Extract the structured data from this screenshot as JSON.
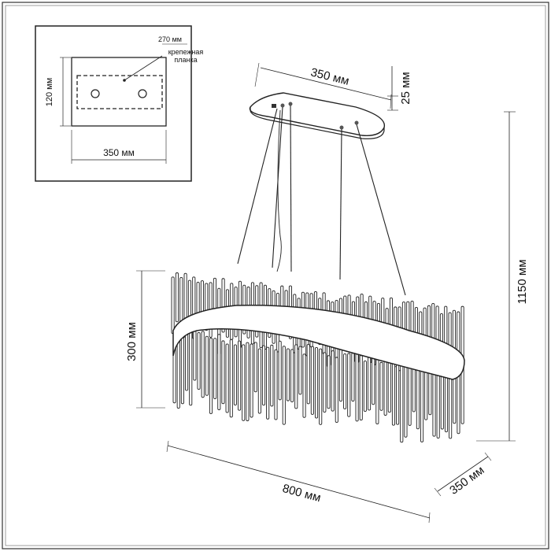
{
  "inset": {
    "width_label": "350 мм",
    "height_label": "120 мм",
    "bracket_width_label": "270 мм",
    "bracket_name_line1": "крепежная",
    "bracket_name_line2": "планка"
  },
  "dimensions": {
    "canopy_width": "350 мм",
    "canopy_height": "25 мм",
    "total_height": "1150 мм",
    "body_height": "300 мм",
    "length": "800 мм",
    "depth": "350 мм"
  }
}
